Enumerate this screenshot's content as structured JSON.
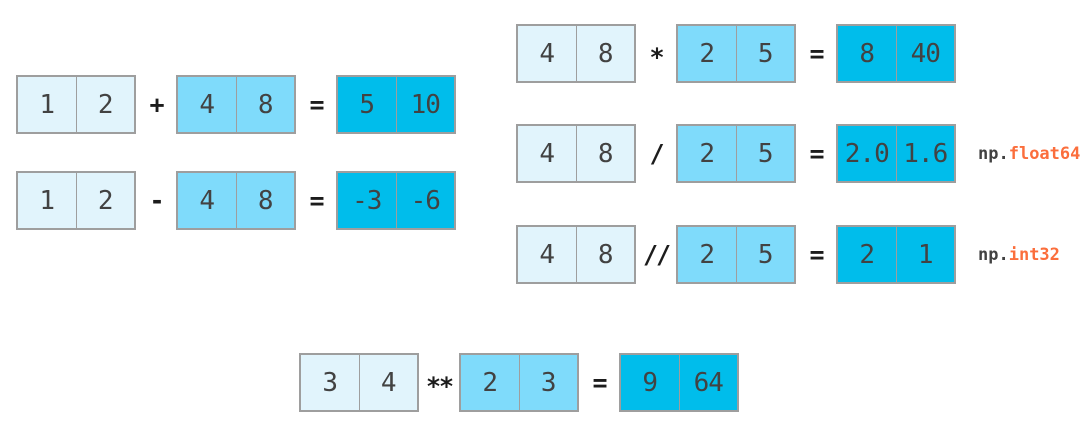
{
  "title": "numpy-elementwise-arithmetic-diagram",
  "palette": {
    "operand1_fill": "#e1f4fc",
    "operand2_fill": "#7fdbfb",
    "result_fill": "#00bdeb",
    "box_border": "#9e9e9e",
    "digit_color": "#424242",
    "operator_color": "#1c1c1c",
    "dtype_prefix_color": "#424242",
    "dtype_name_color": "#fb6e3c",
    "background": "#ffffff"
  },
  "rows": [
    {
      "operation": "add",
      "operand1": [
        "1",
        "2"
      ],
      "operator": "+",
      "operand2": [
        "4",
        "8"
      ],
      "equals": "=",
      "result": [
        "5",
        "10"
      ]
    },
    {
      "operation": "subtract",
      "operand1": [
        "1",
        "2"
      ],
      "operator": "-",
      "operand2": [
        "4",
        "8"
      ],
      "equals": "=",
      "result": [
        "-3",
        "-6"
      ]
    },
    {
      "operation": "multiply",
      "operand1": [
        "4",
        "8"
      ],
      "operator": "*",
      "operand2": [
        "2",
        "5"
      ],
      "equals": "=",
      "result": [
        "8",
        "40"
      ]
    },
    {
      "operation": "divide",
      "operand1": [
        "4",
        "8"
      ],
      "operator": "/",
      "operand2": [
        "2",
        "5"
      ],
      "equals": "=",
      "result": [
        "2.0",
        "1.6"
      ],
      "dtype_prefix": "np.",
      "dtype_name": "float64"
    },
    {
      "operation": "floor-divide",
      "operand1": [
        "4",
        "8"
      ],
      "operator": "//",
      "operand2": [
        "2",
        "5"
      ],
      "equals": "=",
      "result": [
        "2",
        "1"
      ],
      "dtype_prefix": "np.",
      "dtype_name": "int32"
    },
    {
      "operation": "power",
      "operand1": [
        "3",
        "4"
      ],
      "operator": "**",
      "operand2": [
        "2",
        "3"
      ],
      "equals": "=",
      "result": [
        "9",
        "64"
      ]
    }
  ]
}
